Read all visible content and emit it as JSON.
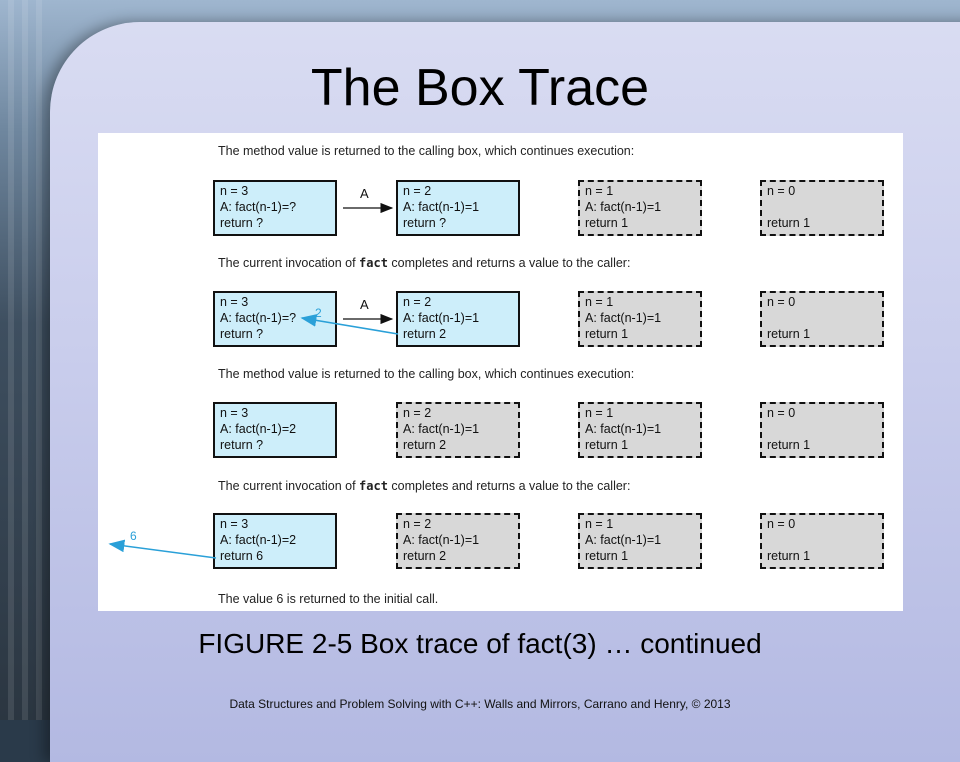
{
  "title": "The Box Trace",
  "figure_caption": "FIGURE 2-5 Box trace of fact(3)   … continued",
  "footer": "Data Structures and Problem Solving with C++: Walls and Mirrors, Carrano and Henry, © 2013",
  "rows": [
    {
      "caption_pre": "The method value is returned to the calling box, which continues execution:",
      "caption_code": "",
      "caption_post": "",
      "boxes": [
        {
          "state": "active",
          "lines": [
            "n = 3",
            "A: fact(n-1)=?",
            "return ?"
          ]
        },
        {
          "state": "active",
          "lines": [
            "n = 2",
            "A: fact(n-1)=1",
            "return ?"
          ]
        },
        {
          "state": "done",
          "lines": [
            "n = 1",
            "A: fact(n-1)=1",
            "return 1"
          ]
        },
        {
          "state": "done",
          "lines": [
            "n = 0",
            "",
            "return 1"
          ]
        }
      ],
      "arrow_label": "A"
    },
    {
      "caption_pre": "The current invocation of ",
      "caption_code": "fact",
      "caption_post": " completes and returns a value to the caller:",
      "boxes": [
        {
          "state": "active",
          "lines": [
            "n = 3",
            "A: fact(n-1)=?",
            "return ?"
          ]
        },
        {
          "state": "active",
          "lines": [
            "n = 2",
            "A: fact(n-1)=1",
            "return 2"
          ]
        },
        {
          "state": "done",
          "lines": [
            "n = 1",
            "A: fact(n-1)=1",
            "return 1"
          ]
        },
        {
          "state": "done",
          "lines": [
            "n = 0",
            "",
            "return 1"
          ]
        }
      ],
      "arrow_label": "A",
      "return_label": "2"
    },
    {
      "caption_pre": "The method value is returned to the calling box, which continues execution:",
      "caption_code": "",
      "caption_post": "",
      "boxes": [
        {
          "state": "active",
          "lines": [
            "n = 3",
            "A: fact(n-1)=2",
            "return ?"
          ]
        },
        {
          "state": "done",
          "lines": [
            "n = 2",
            "A: fact(n-1)=1",
            "return 2"
          ]
        },
        {
          "state": "done",
          "lines": [
            "n = 1",
            "A: fact(n-1)=1",
            "return 1"
          ]
        },
        {
          "state": "done",
          "lines": [
            "n = 0",
            "",
            "return 1"
          ]
        }
      ]
    },
    {
      "caption_pre": "The current invocation of ",
      "caption_code": "fact",
      "caption_post": " completes and returns a value to the caller:",
      "boxes": [
        {
          "state": "active",
          "lines": [
            "n = 3",
            "A: fact(n-1)=2",
            "return 6"
          ]
        },
        {
          "state": "done",
          "lines": [
            "n = 2",
            "A: fact(n-1)=1",
            "return 2"
          ]
        },
        {
          "state": "done",
          "lines": [
            "n = 1",
            "A: fact(n-1)=1",
            "return 1"
          ]
        },
        {
          "state": "done",
          "lines": [
            "n = 0",
            "",
            "return 1"
          ]
        }
      ],
      "return_label": "6"
    }
  ],
  "final_caption": "The value 6 is returned to the initial call.",
  "colors": {
    "active_fill": "#cdeefa",
    "done_fill": "#d8d8d8",
    "return_arrow": "#2aa0d8"
  }
}
